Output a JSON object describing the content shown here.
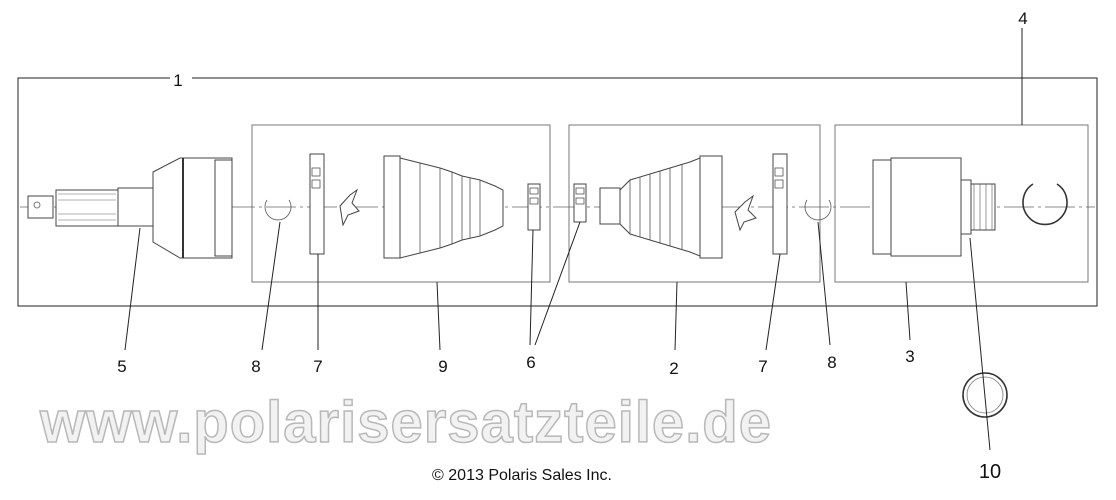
{
  "callouts": {
    "c1": "1",
    "c2": "2",
    "c3": "3",
    "c4": "4",
    "c5": "5",
    "c6": "6",
    "c7a": "7",
    "c7b": "7",
    "c8a": "8",
    "c8b": "8",
    "c9": "9",
    "c10": "10"
  },
  "copyright": "© 2013 Polaris Sales Inc.",
  "watermark": "www.polarisersatzteile.de"
}
